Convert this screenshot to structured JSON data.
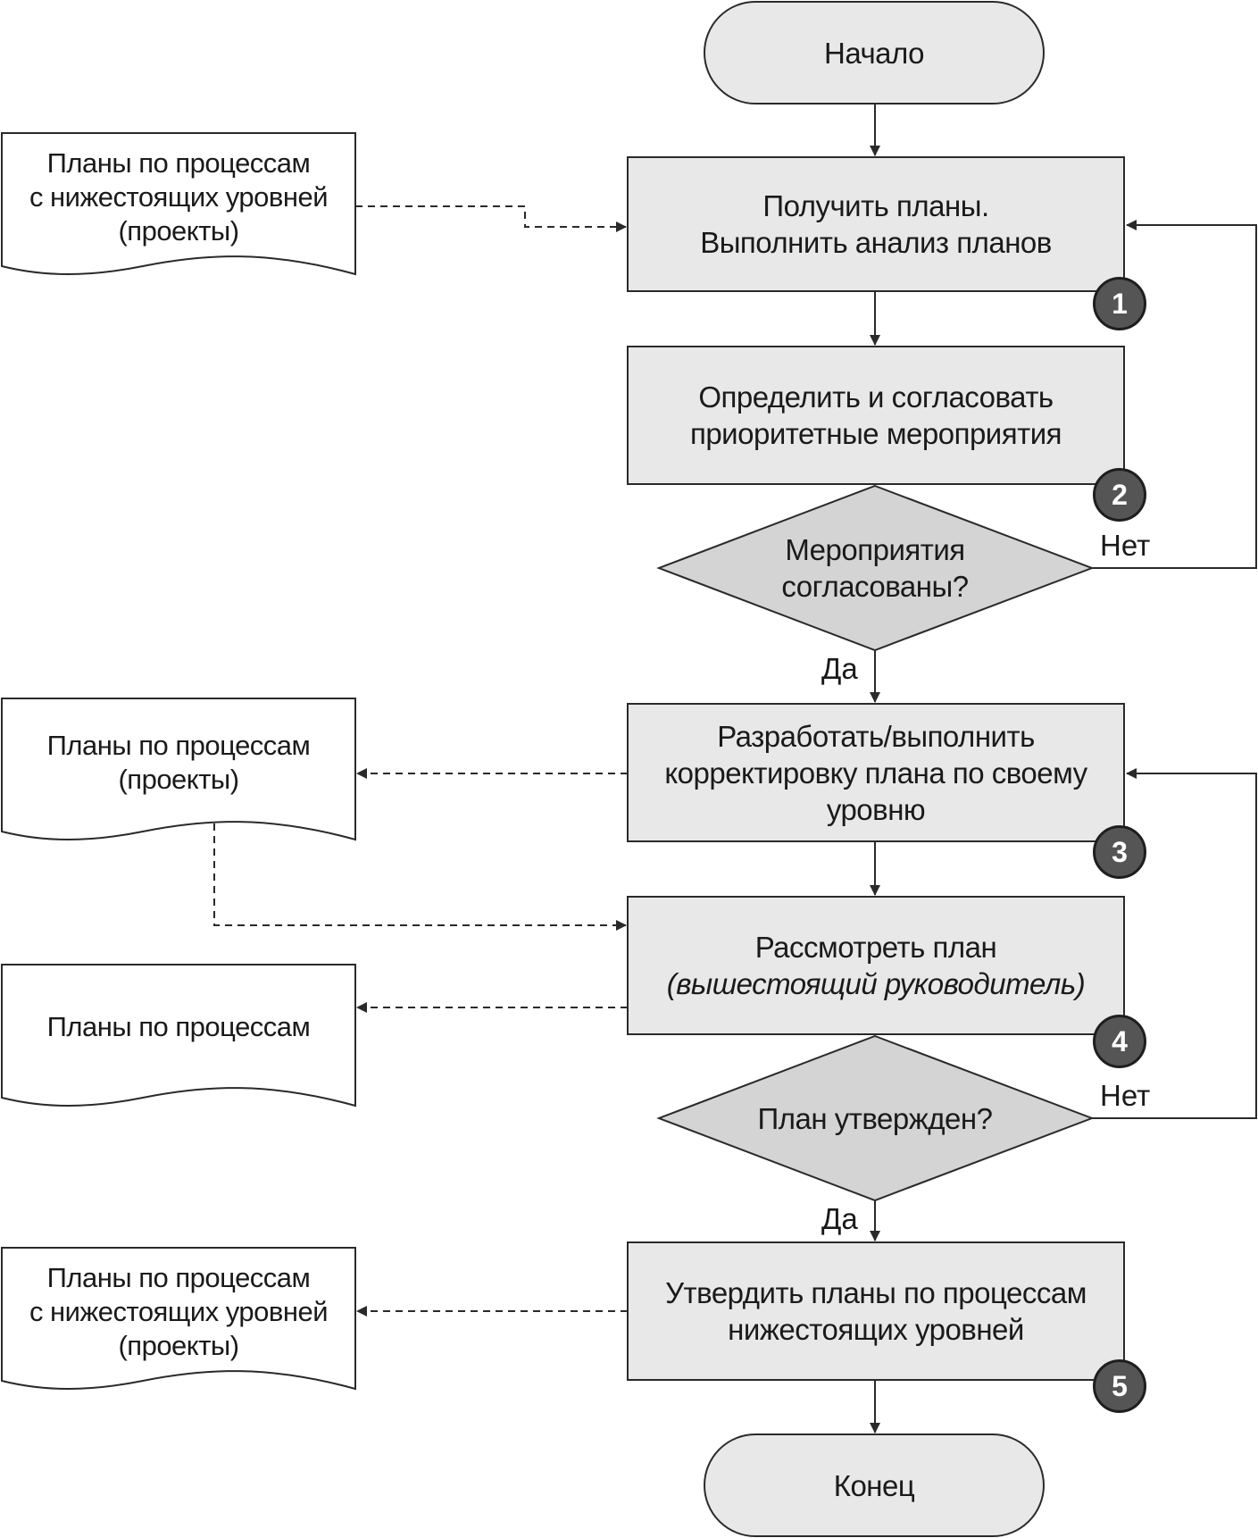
{
  "diagram": {
    "start": {
      "label": "Начало"
    },
    "end": {
      "label": "Конец"
    },
    "steps": [
      {
        "number": "1",
        "lines": [
          "Получить планы.",
          "Выполнить анализ планов"
        ],
        "italic_line": ""
      },
      {
        "number": "2",
        "lines": [
          "Определить и согласовать",
          "приоритетные мероприятия"
        ],
        "italic_line": ""
      },
      {
        "number": "3",
        "lines": [
          "Разработать/выполнить",
          "корректировку плана по своему",
          "уровню"
        ],
        "italic_line": ""
      },
      {
        "number": "4",
        "lines": [
          "Рассмотреть план"
        ],
        "italic_line": "(вышестоящий руководитель)"
      },
      {
        "number": "5",
        "lines": [
          "Утвердить планы по процессам",
          "нижестоящих уровней"
        ],
        "italic_line": ""
      }
    ],
    "decisions": [
      {
        "lines": [
          "Мероприятия",
          "согласованы?"
        ],
        "yes_label": "Да",
        "no_label": "Нет"
      },
      {
        "lines": [
          "План утвержден?"
        ],
        "yes_label": "Да",
        "no_label": "Нет"
      }
    ],
    "documents": [
      {
        "lines": [
          "Планы по процессам",
          "с нижестоящих уровней",
          "(проекты)"
        ]
      },
      {
        "lines": [
          "Планы по процессам",
          "(проекты)"
        ]
      },
      {
        "lines": [
          "Планы по процессам"
        ]
      },
      {
        "lines": [
          "Планы по процессам",
          "с нижестоящих уровней",
          "(проекты)"
        ]
      }
    ]
  },
  "colors": {
    "box_fill": "#e8e8e8",
    "decision_fill": "#d4d4d4",
    "stroke": "#2a2a2a",
    "badge_fill": "#555555",
    "badge_text": "#ffffff"
  }
}
